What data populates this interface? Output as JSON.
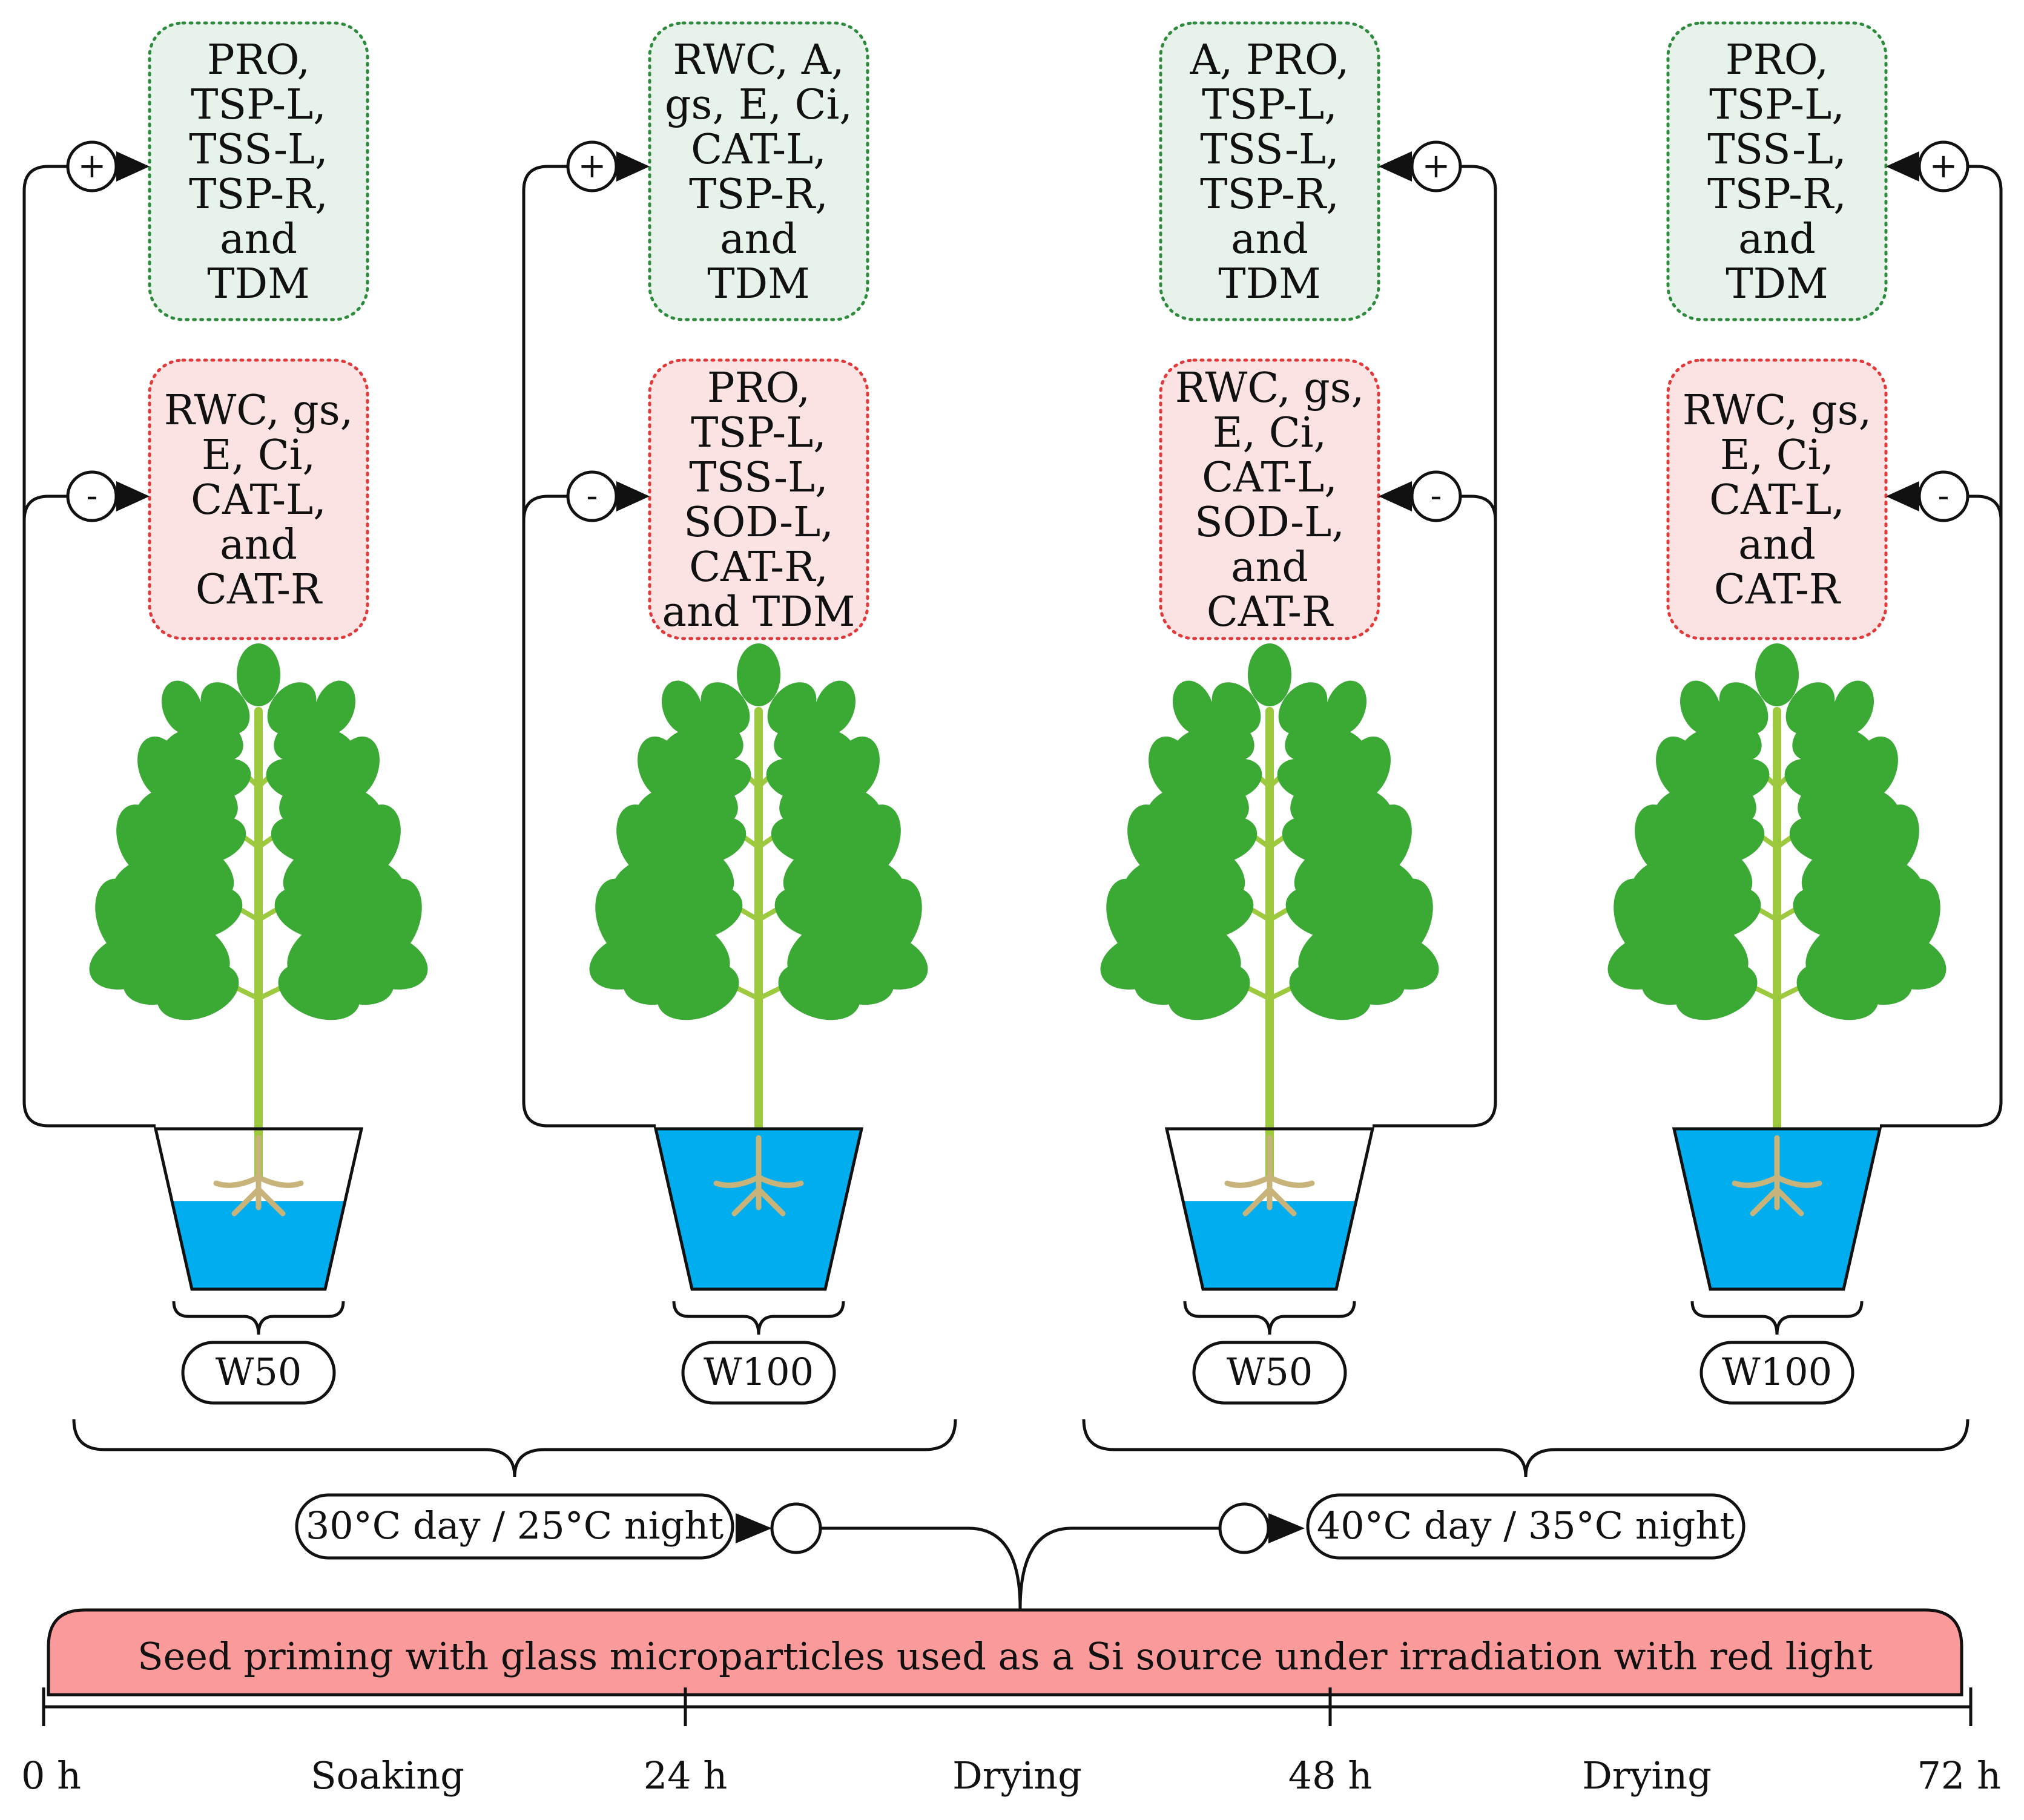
{
  "colors": {
    "positive_box_fill": "#e6f2ea",
    "positive_box_border": "#2e8b3e",
    "negative_box_fill": "#fce3e3",
    "negative_box_border": "#e23a3a",
    "banner_fill": "#fa9a9a",
    "water": "#00aeef",
    "leaf": "#3aaa35",
    "stem": "#9cc93d",
    "root": "#c8b47a"
  },
  "panels": [
    {
      "positive_lines": [
        "PRO,",
        "TSP-L,",
        "TSS-L,",
        "TSP-R,",
        "and",
        "TDM"
      ],
      "negative_lines": [
        "RWC, gs,",
        "E, Ci,",
        "CAT-L,",
        "and",
        "CAT-R"
      ],
      "plus_sign": "+",
      "minus_sign": "-",
      "water_label": "W50",
      "water_fill": 0.55
    },
    {
      "positive_lines": [
        "RWC, A,",
        "gs, E, Ci,",
        "CAT-L,",
        "TSP-R,",
        "and",
        "TDM"
      ],
      "negative_lines": [
        "PRO,",
        "TSP-L,",
        "TSS-L,",
        "SOD-L,",
        "CAT-R,",
        "and TDM"
      ],
      "plus_sign": "+",
      "minus_sign": "-",
      "water_label": "W100",
      "water_fill": 1.0
    },
    {
      "positive_lines": [
        "A, PRO,",
        "TSP-L,",
        "TSS-L,",
        "TSP-R,",
        "and",
        "TDM"
      ],
      "negative_lines": [
        "RWC, gs,",
        "E, Ci,",
        "CAT-L,",
        "SOD-L,",
        "and",
        "CAT-R"
      ],
      "plus_sign": "+",
      "minus_sign": "-",
      "water_label": "W50",
      "water_fill": 0.55
    },
    {
      "positive_lines": [
        "PRO,",
        "TSP-L,",
        "TSS-L,",
        "TSP-R,",
        "and",
        "TDM"
      ],
      "negative_lines": [
        "RWC, gs,",
        "E, Ci,",
        "CAT-L,",
        "and",
        "CAT-R"
      ],
      "plus_sign": "+",
      "minus_sign": "-",
      "water_label": "W100",
      "water_fill": 1.0
    }
  ],
  "temperature_left": "30°C day / 25°C night",
  "temperature_right": "40°C day / 35°C night",
  "banner": "Seed priming with glass microparticles used as a Si source under irradiation with red light",
  "timeline": {
    "ticks": [
      "0 h",
      "24 h",
      "48 h",
      "72 h"
    ],
    "phases": [
      "Soaking",
      "Drying",
      "Drying"
    ]
  }
}
